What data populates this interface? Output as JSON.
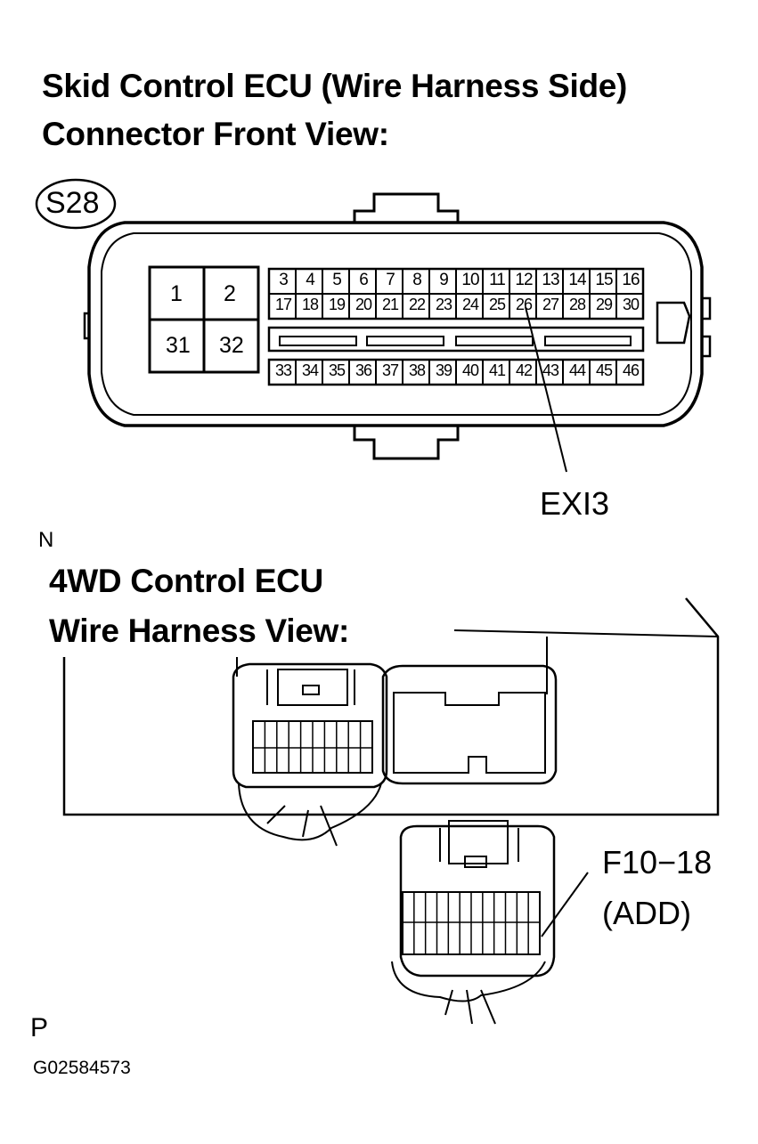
{
  "section1": {
    "title_line1": "Skid Control ECU (Wire Harness Side)",
    "title_line2": "Connector Front View:",
    "connector_id": "S28",
    "big_pins": [
      "1",
      "2",
      "31",
      "32"
    ],
    "row1": [
      "3",
      "4",
      "5",
      "6",
      "7",
      "8",
      "9",
      "10",
      "11",
      "12",
      "13",
      "14",
      "15",
      "16"
    ],
    "row2": [
      "17",
      "18",
      "19",
      "20",
      "21",
      "22",
      "23",
      "24",
      "25",
      "26",
      "27",
      "28",
      "29",
      "30"
    ],
    "row3": [
      "33",
      "34",
      "35",
      "36",
      "37",
      "38",
      "39",
      "40",
      "41",
      "42",
      "43",
      "44",
      "45",
      "46"
    ],
    "callout": "EXI3"
  },
  "section2": {
    "marker": "N",
    "title_line1": "4WD Control ECU",
    "title_line2": "Wire Harness View:",
    "callout_line1": "F10−18",
    "callout_line2": "(ADD)"
  },
  "footer": {
    "marker": "P",
    "code": "G02584573"
  }
}
